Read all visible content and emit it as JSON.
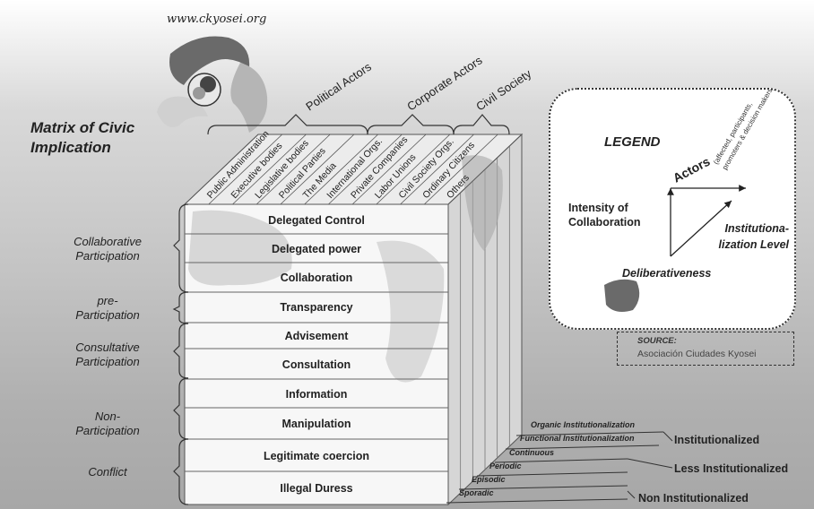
{
  "url": "www.ckyosei.org",
  "title": "Matrix of Civic Implication",
  "actor_groups": [
    "Political Actors",
    "Corporate Actors",
    "Civil Society"
  ],
  "actors": [
    "Public Administration",
    "Executive bodies",
    "Legislative bodies",
    "Political Parties",
    "The Media",
    "International Orgs.",
    "Private Companies",
    "Labor Unions",
    "Civil Society Orgs.",
    "Ordinary Citizens",
    "Others"
  ],
  "levels": [
    "Delegated Control",
    "Delegated power",
    "Collaboration",
    "Transparency",
    "Advisement",
    "Consultation",
    "Information",
    "Manipulation",
    "Legitimate coercion",
    "Illegal Duress"
  ],
  "level_groups": [
    {
      "label_lines": [
        "Collaborative",
        "Participation"
      ]
    },
    {
      "label_lines": [
        "pre-",
        "Participation"
      ]
    },
    {
      "label_lines": [
        "Consultative",
        "Participation"
      ]
    },
    {
      "label_lines": [
        "Non-",
        "Participation"
      ]
    },
    {
      "label_lines": [
        "Conflict"
      ]
    }
  ],
  "institutionalization_levels": [
    "Organic Institutionalization",
    "Functional Institutionalization",
    "Continuous",
    "Periodic",
    "Episodic",
    "Sporadic"
  ],
  "institutionalization_groups": [
    "Institutionalized",
    "Less Institutionalized",
    "Non Institutionalized"
  ],
  "legend": {
    "heading": "LEGEND",
    "actors_label": "Actors",
    "actors_sublabel_line1": "(affected, participants,",
    "actors_sublabel_line2": "promoters & decision makers)",
    "intensity_line1": "Intensity of",
    "intensity_line2": "Collaboration",
    "inst_line1": "Institutiona-",
    "inst_line2": "lization Level",
    "deliberativeness": "Deliberativeness"
  },
  "source": {
    "heading": "SOURCE:",
    "text": "Asociación Ciudades Kyosei"
  }
}
